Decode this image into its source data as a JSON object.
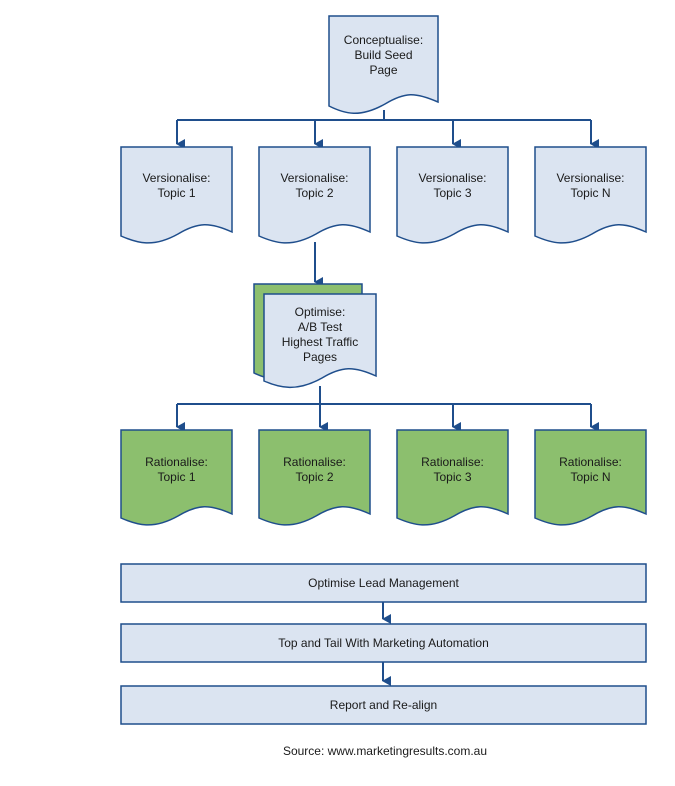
{
  "colors": {
    "doc_fill": "#dbe4f1",
    "green_fill": "#8cbf6e",
    "stroke": "#1f4e8c",
    "bar_fill": "#dbe4f1"
  },
  "conceptualise": {
    "label": "Conceptualise:\nBuild Seed\nPage"
  },
  "versionalise": [
    {
      "label": "Versionalise:\nTopic 1"
    },
    {
      "label": "Versionalise:\nTopic 2"
    },
    {
      "label": "Versionalise:\nTopic 3"
    },
    {
      "label": "Versionalise:\nTopic N"
    }
  ],
  "optimise": {
    "label": "Optimise:\nA/B Test\nHighest Traffic\nPages"
  },
  "rationalise": [
    {
      "label": "Rationalise:\nTopic 1"
    },
    {
      "label": "Rationalise:\nTopic 2"
    },
    {
      "label": "Rationalise:\nTopic 3"
    },
    {
      "label": "Rationalise:\nTopic N"
    }
  ],
  "process_steps": [
    {
      "label": "Optimise Lead Management"
    },
    {
      "label": "Top and Tail With Marketing Automation"
    },
    {
      "label": "Report and Re-align"
    }
  ],
  "source": "Source: www.marketingresults.com.au"
}
